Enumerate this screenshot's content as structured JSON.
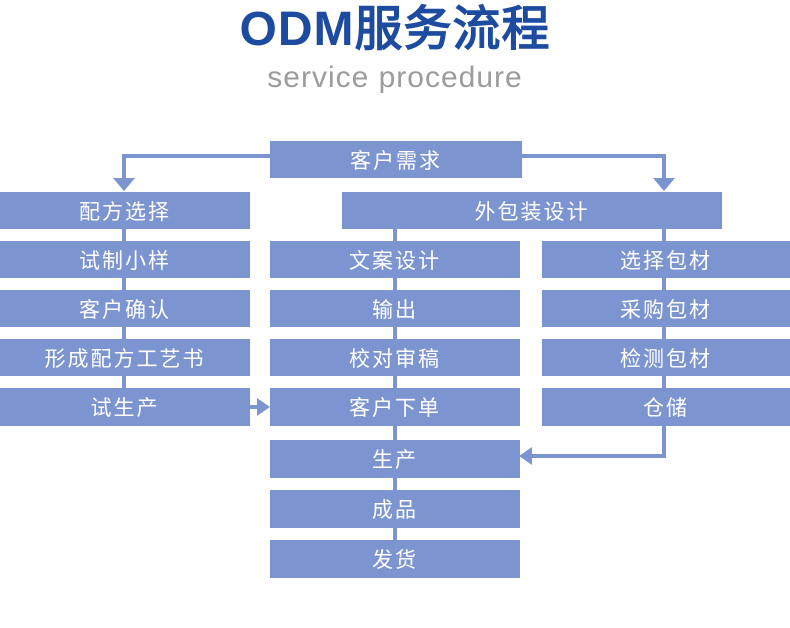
{
  "header": {
    "title": "ODM服务流程",
    "subtitle": "service procedure"
  },
  "colors": {
    "box": "#7c95d0",
    "title": "#1c4ba0",
    "subtitle": "#9c9c9c",
    "node-text": "#ffffff"
  },
  "nodes": {
    "customer_demand": "客户需求",
    "formula_selection": "配方选择",
    "trial_sample": "试制小样",
    "customer_confirm": "客户确认",
    "formula_process_book": "形成配方工艺书",
    "trial_production": "试生产",
    "outer_packaging_design": "外包装设计",
    "copy_design": "文案设计",
    "output": "输出",
    "proofreading": "校对审稿",
    "customer_order": "客户下单",
    "production": "生产",
    "finished_product": "成品",
    "shipment": "发货",
    "select_packaging": "选择包材",
    "purchase_packaging": "采购包材",
    "inspect_packaging": "检测包材",
    "warehousing": "仓储"
  },
  "flows": {
    "left_chain": [
      "配方选择",
      "试制小样",
      "客户确认",
      "形成配方工艺书",
      "试生产"
    ],
    "middle_chain": [
      "外包装设计",
      "文案设计",
      "输出",
      "校对审稿",
      "客户下单",
      "生产",
      "成品",
      "发货"
    ],
    "right_chain": [
      "外包装设计",
      "选择包材",
      "采购包材",
      "检测包材",
      "仓储"
    ],
    "cross_links": [
      {
        "from": "客户需求",
        "to": "配方选择"
      },
      {
        "from": "客户需求",
        "to": "外包装设计"
      },
      {
        "from": "试生产",
        "to": "客户下单"
      },
      {
        "from": "仓储",
        "to": "生产"
      }
    ]
  }
}
